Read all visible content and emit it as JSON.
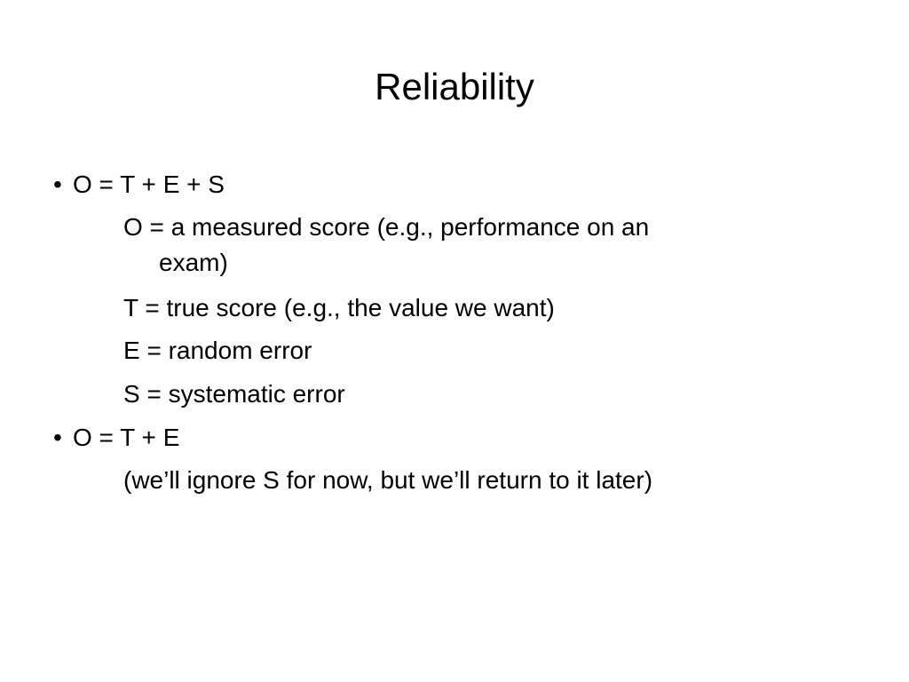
{
  "slide": {
    "title": "Reliability",
    "bullets": [
      {
        "marker": "•",
        "text": "O = T + E + S",
        "subitems": [
          {
            "line1": "O = a measured score (e.g., performance on an",
            "line2": "exam)"
          },
          {
            "text": "T = true score (e.g., the value we want)"
          },
          {
            "text": "E = random error"
          },
          {
            "text": "S = systematic error"
          }
        ]
      },
      {
        "marker": "•",
        "text": "O = T + E",
        "subitems": [
          {
            "text": "(we’ll ignore S for now, but we’ll return to it later)"
          }
        ]
      }
    ]
  }
}
